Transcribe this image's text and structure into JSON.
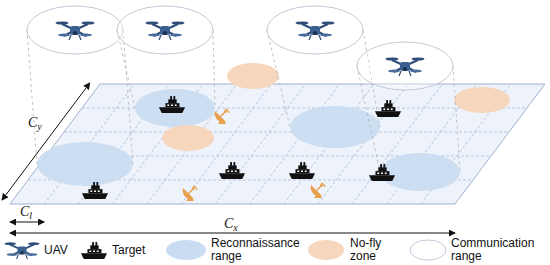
{
  "diagram": {
    "labels": [
      "Cy",
      "Cl",
      "Cx"
    ],
    "legend": [
      {
        "text": "UAV"
      },
      {
        "text": "Target"
      },
      {
        "text": "Reconnaissance range",
        "color": "#c9dcf2"
      },
      {
        "text": "No-fly zone",
        "color": "#f6d7bd"
      },
      {
        "text": "Communication range"
      }
    ]
  }
}
